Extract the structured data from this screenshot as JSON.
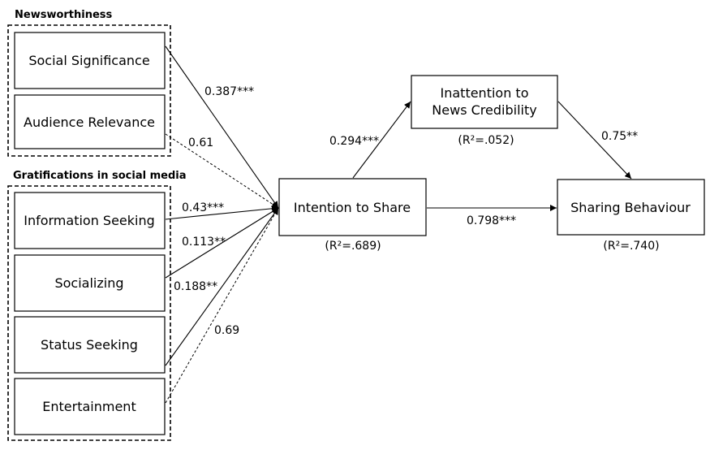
{
  "groups": {
    "newsworthiness": "Newsworthiness",
    "gratifications": "Gratifications in social media"
  },
  "boxes": {
    "social_significance": "Social Significance",
    "audience_relevance": "Audience Relevance",
    "information_seeking": "Information Seeking",
    "socializing": "Socializing",
    "status_seeking": "Status Seeking",
    "entertainment": "Entertainment",
    "intention_to_share": "Intention to Share",
    "inattention_line1": "Inattention to",
    "inattention_line2": "News Credibility",
    "sharing_behaviour": "Sharing Behaviour"
  },
  "r2": {
    "intention_to_share": "(R²=.689)",
    "inattention": "(R²=.052)",
    "sharing_behaviour": "(R²=.740)"
  },
  "paths": {
    "social_significance": "0.387***",
    "audience_relevance": "0.61",
    "information_seeking": "0.43***",
    "socializing": "0.113**",
    "status_seeking": "0.188**",
    "entertainment": "0.69",
    "intention_to_inattention": "0.294***",
    "inattention_to_sharing": "0.75**",
    "intention_to_sharing": "0.798***"
  }
}
